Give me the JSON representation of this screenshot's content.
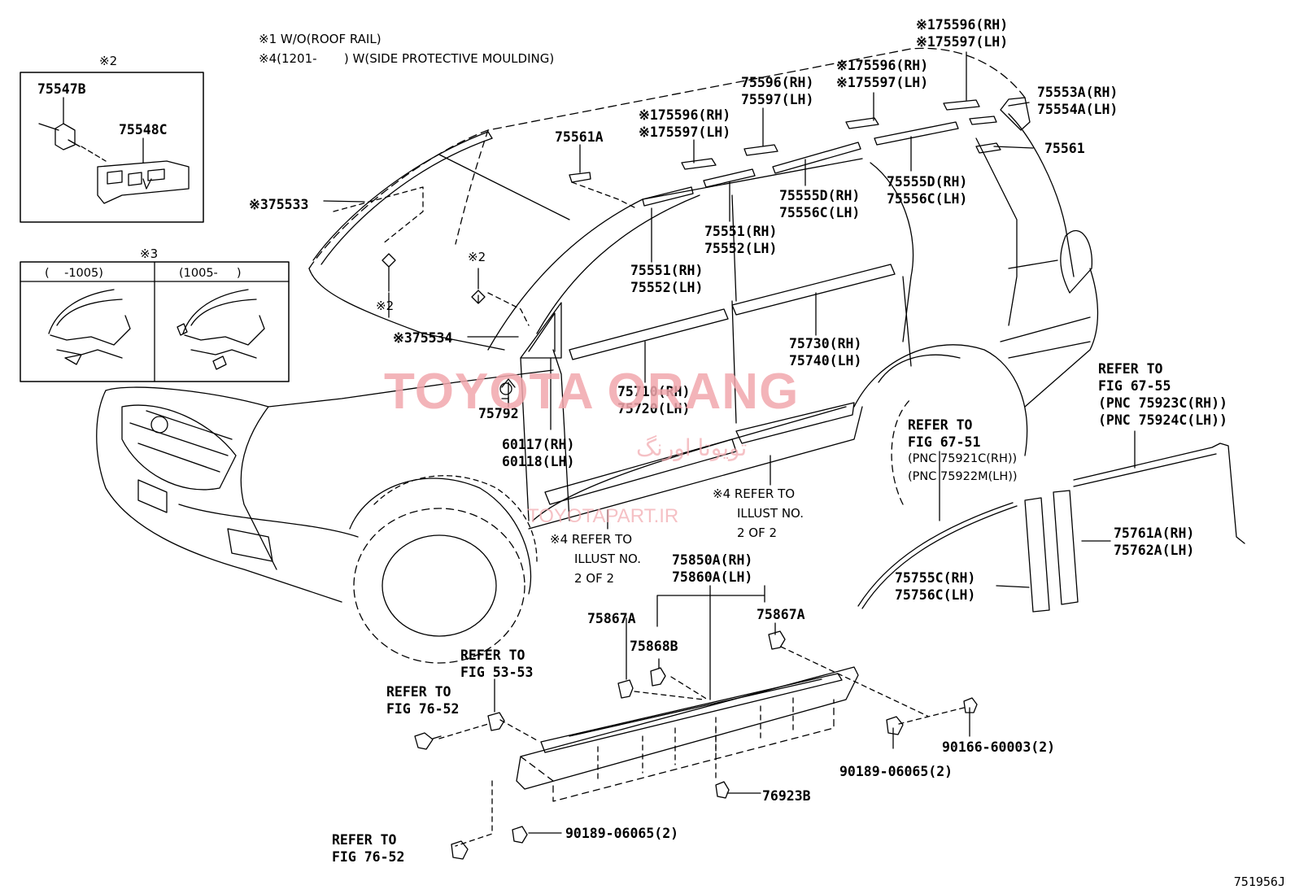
{
  "notes": {
    "note1": "※1 W/O(ROOF RAIL)",
    "note4": "※4(1201-       ) W(SIDE PROTECTIVE MOULDING)"
  },
  "inset2": {
    "mark": "※2",
    "part_a": "75547B",
    "part_b": "75548C"
  },
  "inset3": {
    "mark": "※3",
    "col_a": "(    -1005)",
    "col_b": "(1005-     )"
  },
  "labels": {
    "p75596_a": "※175596(RH)",
    "p75597_a": "※175597(LH)",
    "p75596_b": "※175596(RH)",
    "p75597_b": "※175597(LH)",
    "p75596_c": "75596(RH)",
    "p75597_c": "75597(LH)",
    "p75596_d": "※175596(RH)",
    "p75597_d": "※175597(LH)",
    "p75553a": "75553A(RH)",
    "p75554a": "75554A(LH)",
    "p75561": "75561",
    "p75561a": "75561A",
    "p75555d_a": "75555D(RH)",
    "p75556c_a": "75556C(LH)",
    "p75555d_b": "75555D(RH)",
    "p75556c_b": "75556C(LH)",
    "p75533": "※375533",
    "p75551_a": "75551(RH)",
    "p75552_a": "75552(LH)",
    "p75551_b": "75551(RH)",
    "p75552_b": "75552(LH)",
    "mark2_a": "※2",
    "mark2_b": "※2",
    "p75534": "※375534",
    "p75730": "75730(RH)",
    "p75740": "75740(LH)",
    "p75710": "75710(RH)",
    "p75720": "75720(LH)",
    "p75792": "75792",
    "p60117": "60117(RH)",
    "p60118": "60118(LH)",
    "p75850a": "75850A(RH)",
    "p75860a": "75860A(LH)",
    "p75867a_l": "75867A",
    "p75867a_r": "75867A",
    "p75868b": "75868B",
    "p75755c": "75755C(RH)",
    "p75756c": "75756C(LH)",
    "p75761a": "75761A(RH)",
    "p75762a": "75762A(LH)",
    "p76923b": "76923B",
    "p90166": "90166-60003(2)",
    "p90189_r": "90189-06065(2)",
    "p90189_b": "90189-06065(2)"
  },
  "refer": {
    "r6755_1": "REFER TO",
    "r6755_2": "FIG 67-55",
    "r6755_3": "(PNC 75923C(RH))",
    "r6755_4": "(PNC 75924C(LH))",
    "r6751_1": "REFER TO",
    "r6751_2": "FIG 67-51",
    "r6751_3": "(PNC 75921C(RH))",
    "r6751_4": "(PNC 75922M(LH))",
    "r5353_1": "REFER TO",
    "r5353_2": "FIG 53-53",
    "r7652a_1": "REFER TO",
    "r7652a_2": "FIG 76-52",
    "r7652b_1": "REFER TO",
    "r7652b_2": "FIG 76-52",
    "ill_a_1": "※4 REFER TO",
    "ill_a_2": "ILLUST NO.",
    "ill_a_3": "2 OF 2",
    "ill_b_1": "※4 REFER TO",
    "ill_b_2": "ILLUST NO.",
    "ill_b_3": "2 OF 2"
  },
  "watermark": {
    "main": "TOYOTA ORANG",
    "arabic": "تويوتا اورنگ",
    "site": "TOYOTAPART.IR"
  },
  "diagram_code": "751956J",
  "colors": {
    "line": "#000000",
    "watermark": "#f2a7ad"
  }
}
